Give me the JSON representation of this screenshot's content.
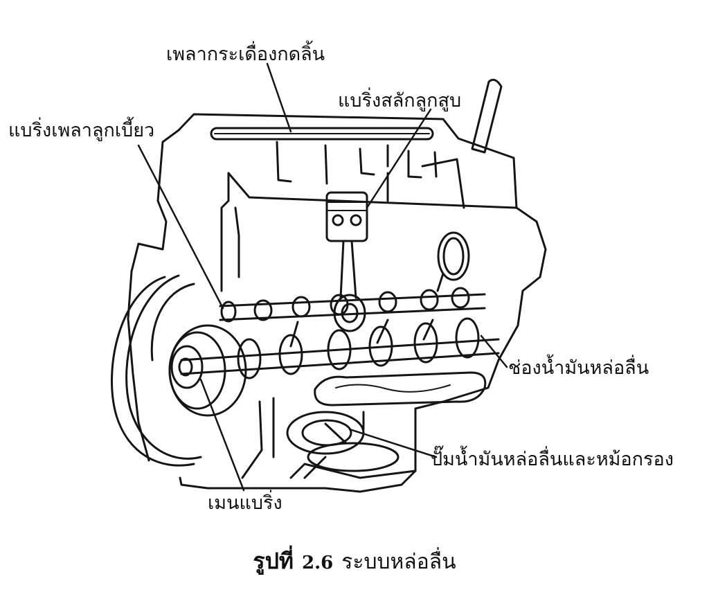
{
  "labels": {
    "rocker_shaft": "เพลากระเดื่องกดลิ้น",
    "piston_pin_bearing": "แบริ่งสลักลูกสูบ",
    "camshaft_bearing": "แบริ่งเพลาลูกเบี้ยว",
    "oil_gallery": "ช่องน้ำมันหล่อลื่น",
    "oil_pump_filter": "ปั๊มน้ำมันหล่อลื่นและหม้อกรอง",
    "main_bearing": "เมนแบริ่ง"
  },
  "caption": {
    "prefix": "รูปที่",
    "number": "2.6",
    "title": "ระบบหล่อลื่น"
  }
}
